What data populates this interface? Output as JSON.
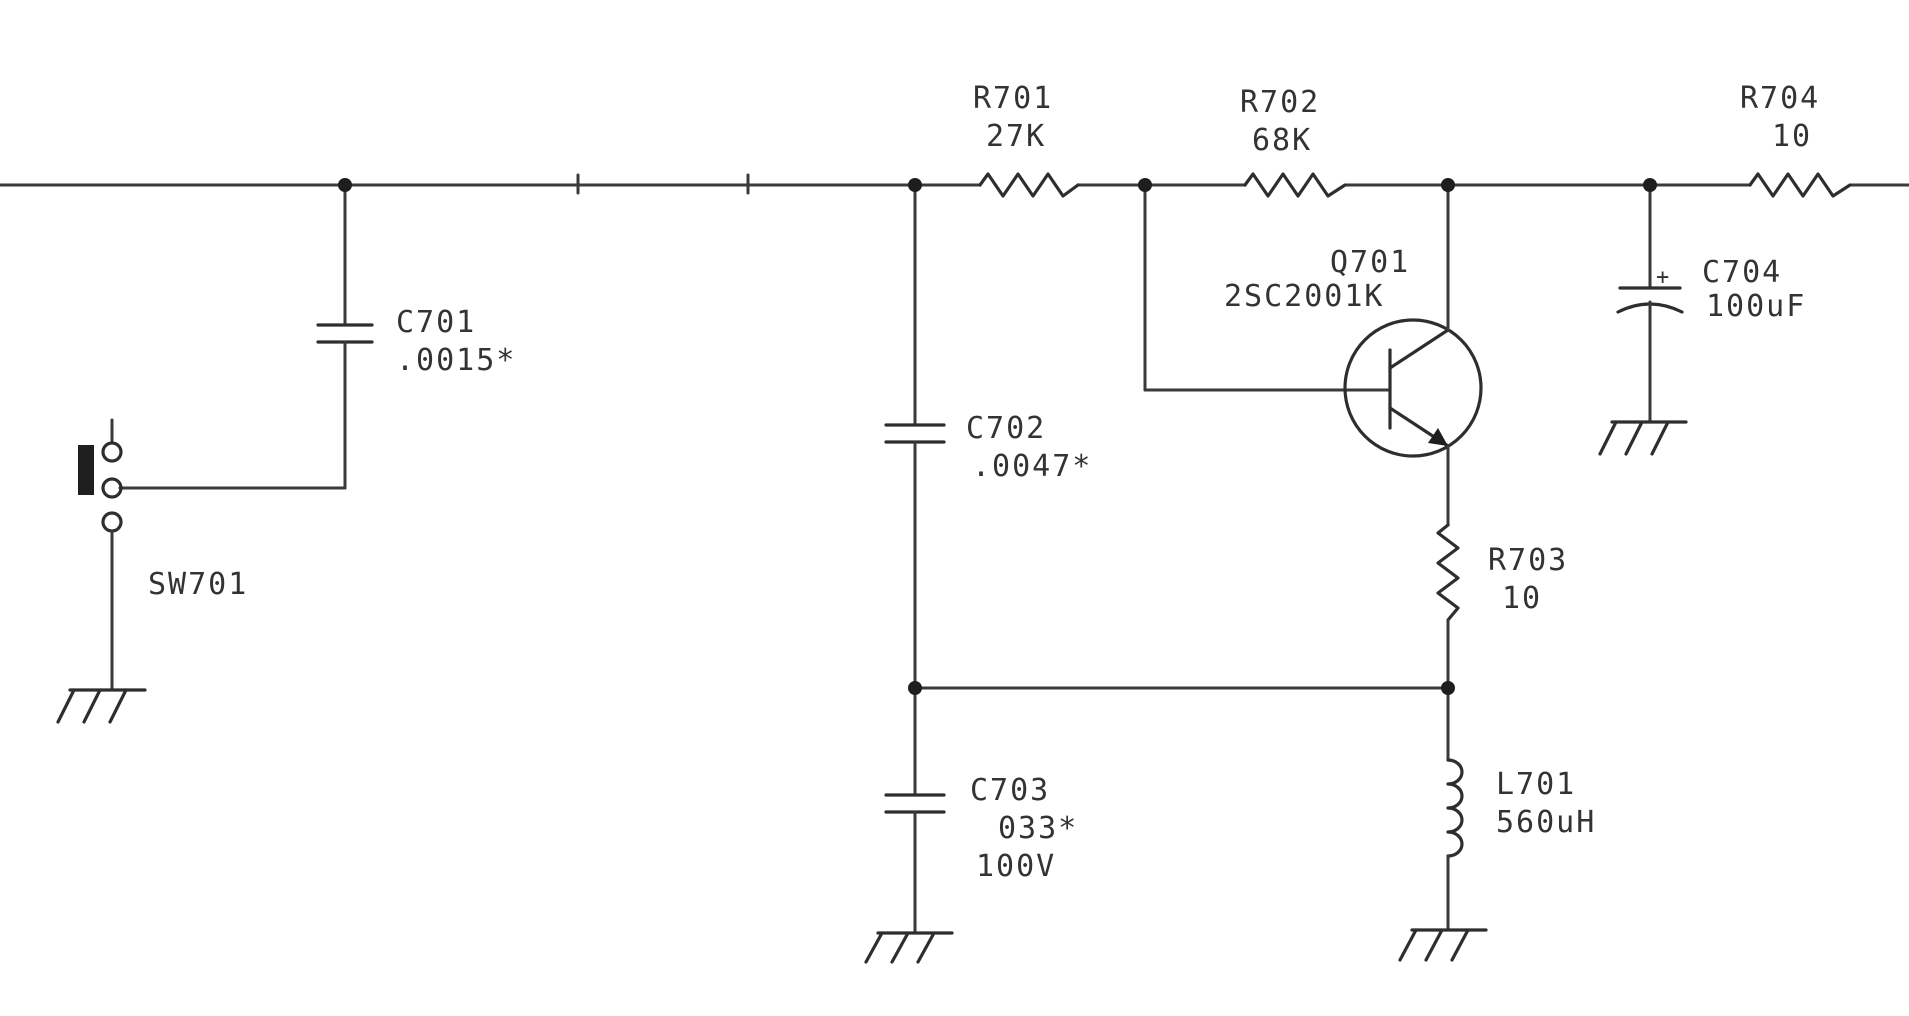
{
  "components": {
    "r701": {
      "ref": "R701",
      "value": "27K"
    },
    "r702": {
      "ref": "R702",
      "value": "68K"
    },
    "r704": {
      "ref": "R704",
      "value": "10"
    },
    "q701": {
      "ref": "Q701",
      "value": "2SC2001K"
    },
    "c701": {
      "ref": "C701",
      "value": ".0015*"
    },
    "c702": {
      "ref": "C702",
      "value": ".0047*"
    },
    "c703": {
      "ref": "C703",
      "value": "033*",
      "rating": "100V"
    },
    "c704": {
      "ref": "C704",
      "value": "100uF",
      "polarity": "+"
    },
    "r703": {
      "ref": "R703",
      "value": "10"
    },
    "l701": {
      "ref": "L701",
      "value": "560uH"
    },
    "sw701": {
      "ref": "SW701"
    }
  }
}
